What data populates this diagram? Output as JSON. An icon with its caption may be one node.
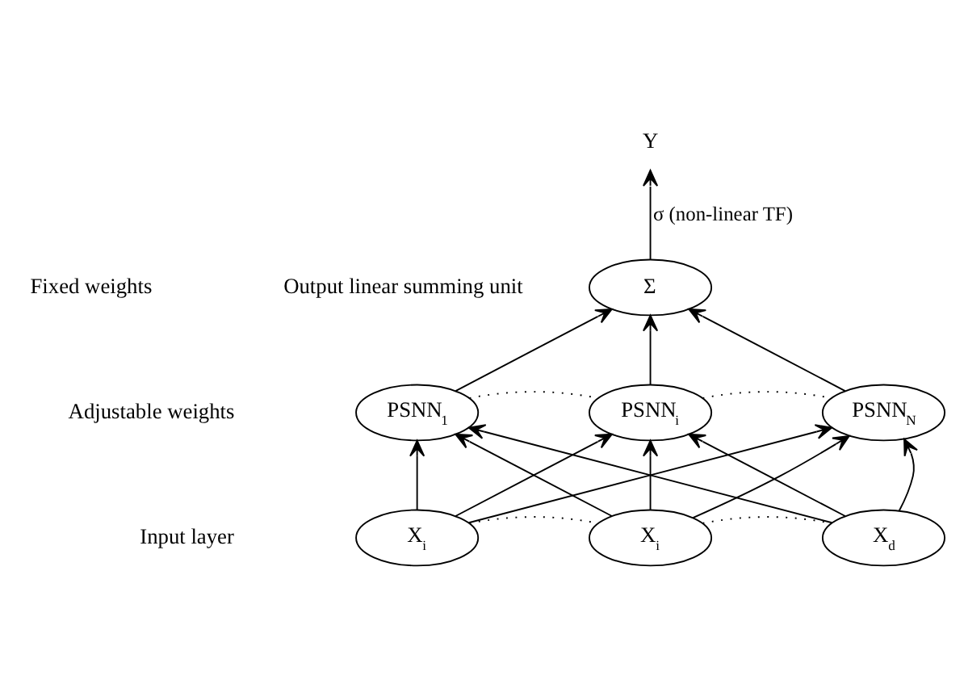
{
  "diagram": {
    "nodes": [
      {
        "text": [
          "Y"
        ]
      },
      {
        "text": [
          "Σ"
        ],
        "beside": [
          "Output linear summing unit"
        ]
      },
      {
        "text": [
          "PSNN$_{1}$"
        ]
      },
      {
        "text": [
          "PSNN$_{i}$"
        ]
      },
      {
        "text": [
          "PSNN$_{N}$"
        ]
      },
      {
        "text": [
          "X$_{i}$"
        ]
      },
      {
        "text": [
          "X$_{i}$"
        ]
      },
      {
        "text": [
          "X$_{d}$"
        ]
      }
    ],
    "edges": [
      {
        "from": 1,
        "to": 0,
        "arrow": "to",
        "label": "σ (non-linear TF)"
      },
      {
        "from": 2,
        "to": 1,
        "arrow": "to"
      },
      {
        "from": 3,
        "to": 1,
        "arrow": "to"
      },
      {
        "from": 4,
        "to": 1,
        "arrow": "to"
      },
      {
        "from": 2,
        "to": 3,
        "arrow": "none",
        "style": "dashed"
      },
      {
        "from": 3,
        "to": 4,
        "arrow": "none",
        "style": "dashed"
      },
      {
        "from": 5,
        "to": 2,
        "arrow": "to"
      },
      {
        "from": 5,
        "to": 3,
        "arrow": "to"
      },
      {
        "from": 5,
        "to": 4,
        "arrow": "to"
      },
      {
        "from": 6,
        "to": 2,
        "arrow": "to"
      },
      {
        "from": 6,
        "to": 3,
        "arrow": "to"
      },
      {
        "from": 6,
        "to": 4,
        "arrow": "to"
      },
      {
        "from": 7,
        "to": 2,
        "arrow": "to"
      },
      {
        "from": 7,
        "to": 3,
        "arrow": "to"
      },
      {
        "from": 7,
        "to": 4,
        "arrow": "to"
      },
      {
        "from": 5,
        "to": 6,
        "arrow": "none",
        "style": "dashed"
      },
      {
        "from": 6,
        "to": 7,
        "arrow": "none",
        "style": "dashed"
      }
    ],
    "labels": [
      "Fixed weights",
      "Adjustable weights",
      "Input layer"
    ]
  }
}
